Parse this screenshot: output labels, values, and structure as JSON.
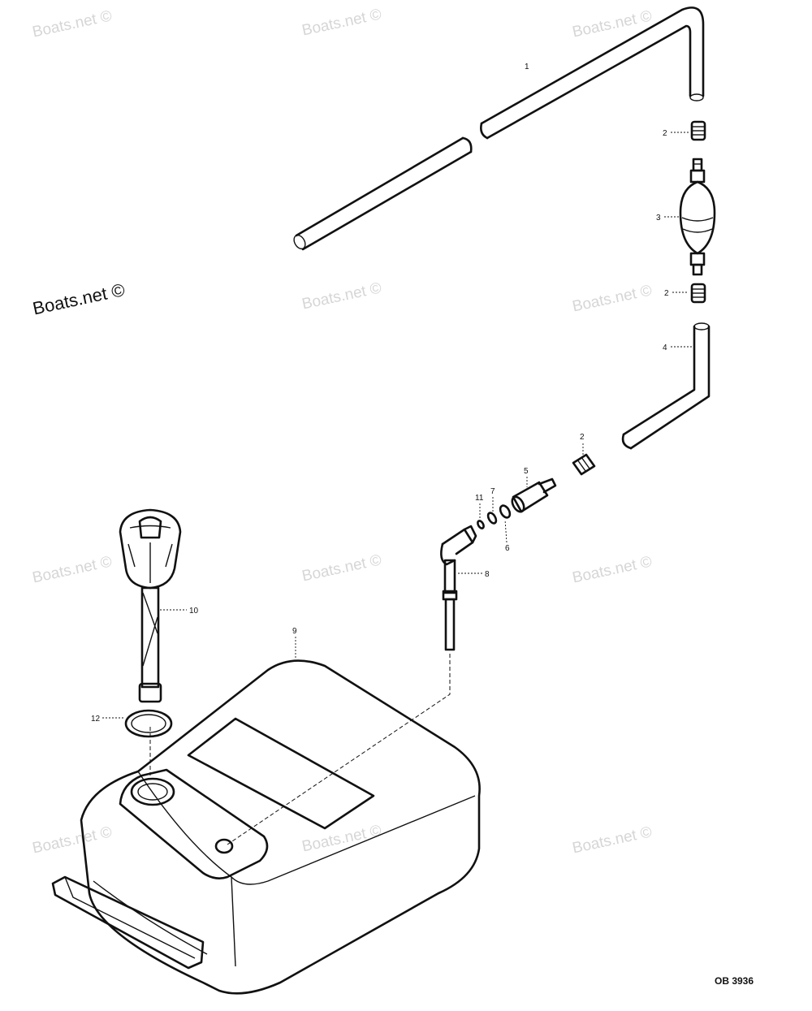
{
  "watermark": "Boats.net ©",
  "callouts": {
    "c1": "1",
    "c2a": "2",
    "c2b": "2",
    "c2c": "2",
    "c3": "3",
    "c4": "4",
    "c5": "5",
    "c6": "6",
    "c7": "7",
    "c8": "8",
    "c9": "9",
    "c10": "10",
    "c11": "11",
    "c12": "12"
  },
  "drawing_code": "OB 3936"
}
